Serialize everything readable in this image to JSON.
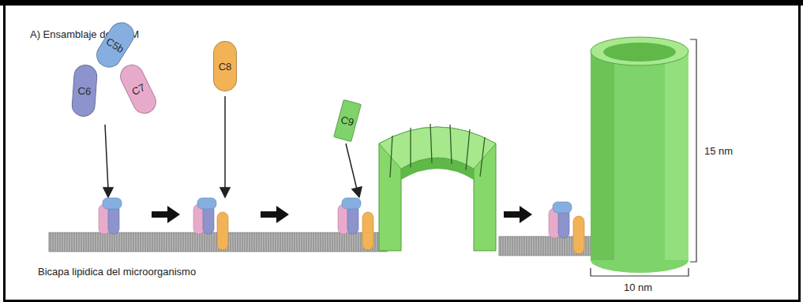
{
  "diagram": {
    "title": "A) Ensamblaje del CAM",
    "nodes": [
      {
        "text": [
          "C5b"
        ]
      },
      {
        "text": [
          "C6"
        ]
      },
      {
        "text": [
          "C7"
        ]
      },
      {
        "text": [
          "C8"
        ]
      },
      {
        "text": [
          "C9"
        ]
      }
    ],
    "labels": [
      "Bicapa lipidica del microorganismo",
      "15 nm",
      "10 nm"
    ]
  }
}
